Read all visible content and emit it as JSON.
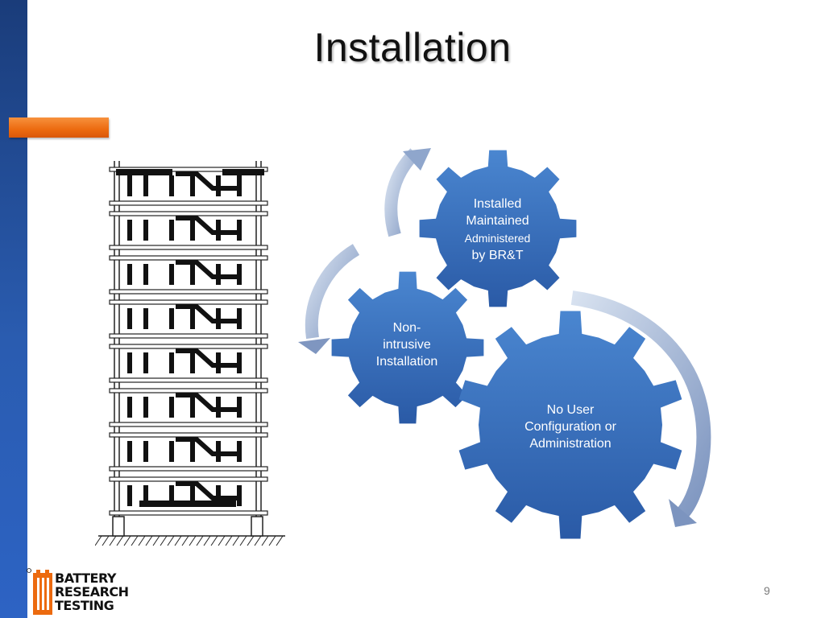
{
  "slide": {
    "title": "Installation",
    "page_number": "9"
  },
  "cycle": {
    "gear_top": {
      "line1": "Installed",
      "line2": "Maintained",
      "line3": "Administered",
      "line4": "by BR&T"
    },
    "gear_left": {
      "line1": "Non-",
      "line2": "intrusive",
      "line3": "Installation"
    },
    "gear_big": {
      "line1": "No User",
      "line2": "Configuration or",
      "line3": "Administration"
    }
  },
  "logo": {
    "line1": "BATTERY",
    "line2": "RESEARCH",
    "line3": "TESTING"
  },
  "colors": {
    "accent_orange": "#ec6a0f",
    "sidebar_blue": "#2a5cb0",
    "gear_blue": "#2e64b4"
  }
}
